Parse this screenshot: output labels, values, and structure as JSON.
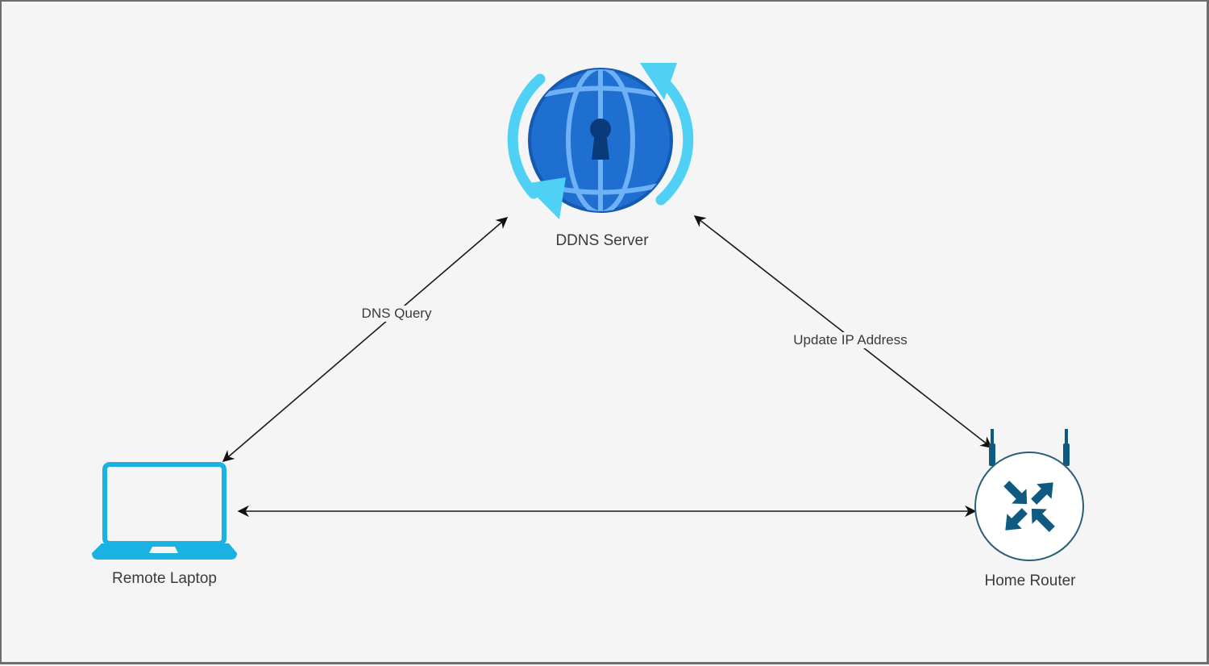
{
  "diagram": {
    "nodes": [
      {
        "id": "ddns",
        "label": "DDNS Server",
        "icon": "globe-lock-sync-icon"
      },
      {
        "id": "laptop",
        "label": "Remote Laptop",
        "icon": "laptop-icon"
      },
      {
        "id": "router",
        "label": "Home Router",
        "icon": "router-icon"
      }
    ],
    "edges": [
      {
        "from": "laptop",
        "to": "ddns",
        "label": "DNS Query",
        "direction": "both"
      },
      {
        "from": "ddns",
        "to": "router",
        "label": "Update IP Address",
        "direction": "both"
      },
      {
        "from": "laptop",
        "to": "router",
        "label": "",
        "direction": "both"
      }
    ],
    "colors": {
      "globe_fill": "#1e6fcf",
      "globe_lines": "#6fb1f5",
      "sync_arrows": "#4fd0f5",
      "keyhole": "#0b3a7a",
      "laptop": "#1ab1e3",
      "router": "#0f5a80",
      "edge": "#1a1a1a",
      "background": "#f5f5f5"
    }
  }
}
